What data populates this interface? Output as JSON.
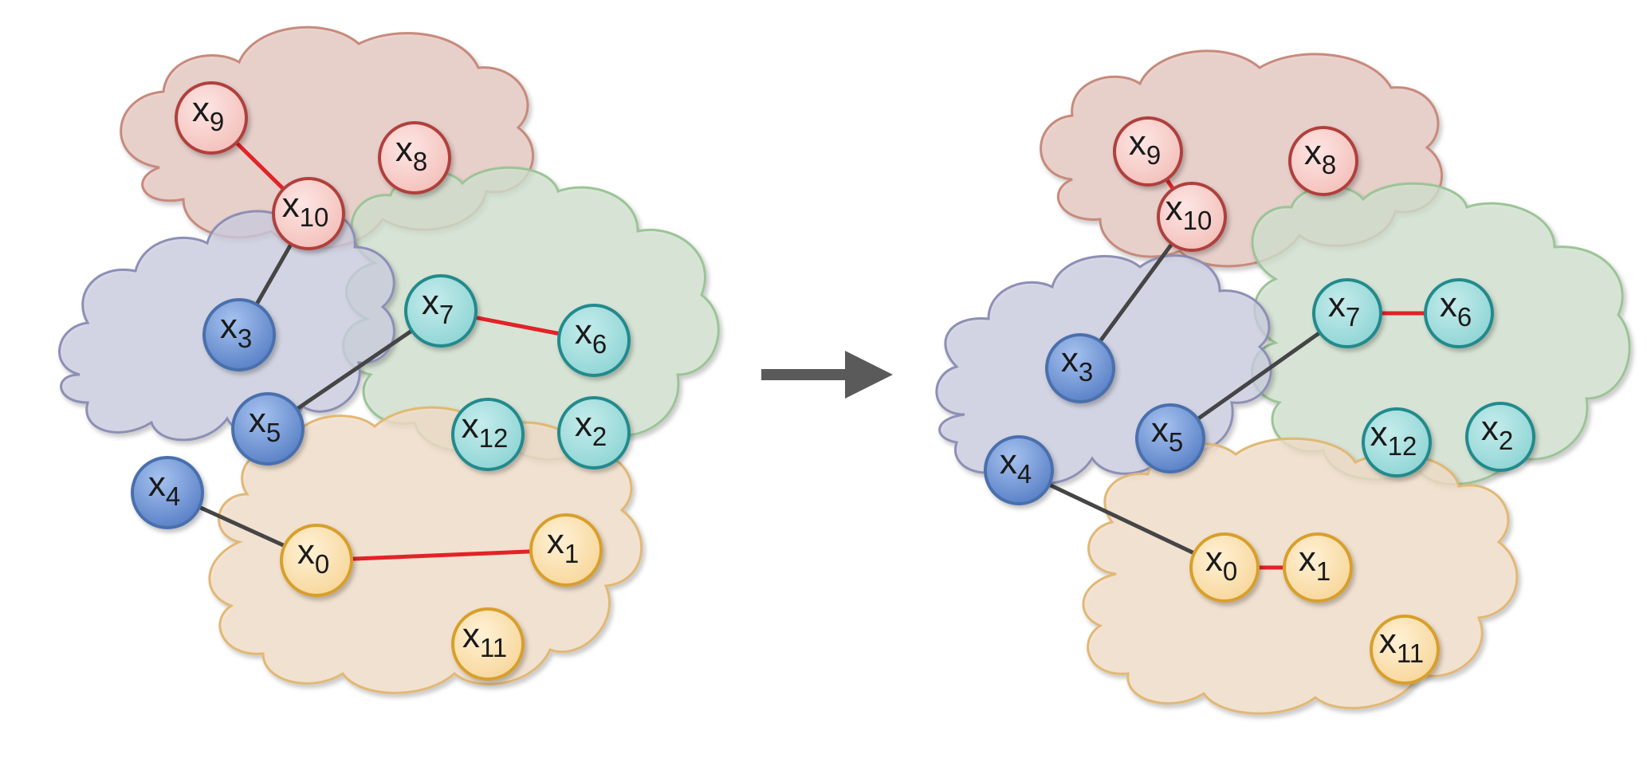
{
  "colors": {
    "red_cluster_fill": "#e7c8c1",
    "red_cluster_stroke": "#c78a7c",
    "blue_cluster_fill": "#cccfe2",
    "blue_cluster_stroke": "#8d8fb6",
    "green_cluster_fill": "#d2e3d0",
    "green_cluster_stroke": "#9cc497",
    "orange_cluster_fill": "#f4dfca",
    "orange_cluster_stroke": "#e1b875",
    "red_node_fill": "#f8cfcc",
    "red_node_stroke": "#b0413c",
    "blue_node_fill": "#6f97d8",
    "blue_node_stroke": "#4a6fad",
    "teal_node_fill": "#a9e1e1",
    "teal_node_stroke": "#218a8c",
    "orange_node_fill": "#fbe3b8",
    "orange_node_stroke": "#d89f2a",
    "edge_red": "#e32228",
    "edge_dark": "#454545",
    "arrow": "#5a5a5a"
  },
  "panels": [
    {
      "name": "before",
      "nodes": [
        {
          "id": "x9",
          "base": "x",
          "sub": "9",
          "group": "red"
        },
        {
          "id": "x8",
          "base": "x",
          "sub": "8",
          "group": "red"
        },
        {
          "id": "x10",
          "base": "x",
          "sub": "10",
          "group": "red"
        },
        {
          "id": "x3",
          "base": "x",
          "sub": "3",
          "group": "blue"
        },
        {
          "id": "x5",
          "base": "x",
          "sub": "5",
          "group": "blue"
        },
        {
          "id": "x4",
          "base": "x",
          "sub": "4",
          "group": "blue"
        },
        {
          "id": "x7",
          "base": "x",
          "sub": "7",
          "group": "teal"
        },
        {
          "id": "x6",
          "base": "x",
          "sub": "6",
          "group": "teal"
        },
        {
          "id": "x12",
          "base": "x",
          "sub": "12",
          "group": "teal"
        },
        {
          "id": "x2",
          "base": "x",
          "sub": "2",
          "group": "teal"
        },
        {
          "id": "x0",
          "base": "x",
          "sub": "0",
          "group": "orange"
        },
        {
          "id": "x1",
          "base": "x",
          "sub": "1",
          "group": "orange"
        },
        {
          "id": "x11",
          "base": "x",
          "sub": "11",
          "group": "orange"
        }
      ],
      "edges": [
        {
          "from": "x9",
          "to": "x10",
          "color": "red"
        },
        {
          "from": "x10",
          "to": "x3",
          "color": "dark"
        },
        {
          "from": "x7",
          "to": "x6",
          "color": "red"
        },
        {
          "from": "x7",
          "to": "x5",
          "color": "dark"
        },
        {
          "from": "x4",
          "to": "x0",
          "color": "dark"
        },
        {
          "from": "x0",
          "to": "x1",
          "color": "red"
        }
      ]
    },
    {
      "name": "after",
      "nodes": [
        {
          "id": "x9",
          "base": "x",
          "sub": "9",
          "group": "red"
        },
        {
          "id": "x8",
          "base": "x",
          "sub": "8",
          "group": "red"
        },
        {
          "id": "x10",
          "base": "x",
          "sub": "10",
          "group": "red"
        },
        {
          "id": "x3",
          "base": "x",
          "sub": "3",
          "group": "blue"
        },
        {
          "id": "x5",
          "base": "x",
          "sub": "5",
          "group": "blue"
        },
        {
          "id": "x4",
          "base": "x",
          "sub": "4",
          "group": "blue"
        },
        {
          "id": "x7",
          "base": "x",
          "sub": "7",
          "group": "teal"
        },
        {
          "id": "x6",
          "base": "x",
          "sub": "6",
          "group": "teal"
        },
        {
          "id": "x12",
          "base": "x",
          "sub": "12",
          "group": "teal"
        },
        {
          "id": "x2",
          "base": "x",
          "sub": "2",
          "group": "teal"
        },
        {
          "id": "x0",
          "base": "x",
          "sub": "0",
          "group": "orange"
        },
        {
          "id": "x1",
          "base": "x",
          "sub": "1",
          "group": "orange"
        },
        {
          "id": "x11",
          "base": "x",
          "sub": "11",
          "group": "orange"
        }
      ],
      "edges": [
        {
          "from": "x9",
          "to": "x10",
          "color": "red"
        },
        {
          "from": "x10",
          "to": "x3",
          "color": "dark"
        },
        {
          "from": "x7",
          "to": "x6",
          "color": "red"
        },
        {
          "from": "x7",
          "to": "x5",
          "color": "dark"
        },
        {
          "from": "x4",
          "to": "x0",
          "color": "dark"
        },
        {
          "from": "x0",
          "to": "x1",
          "color": "red"
        }
      ]
    }
  ]
}
